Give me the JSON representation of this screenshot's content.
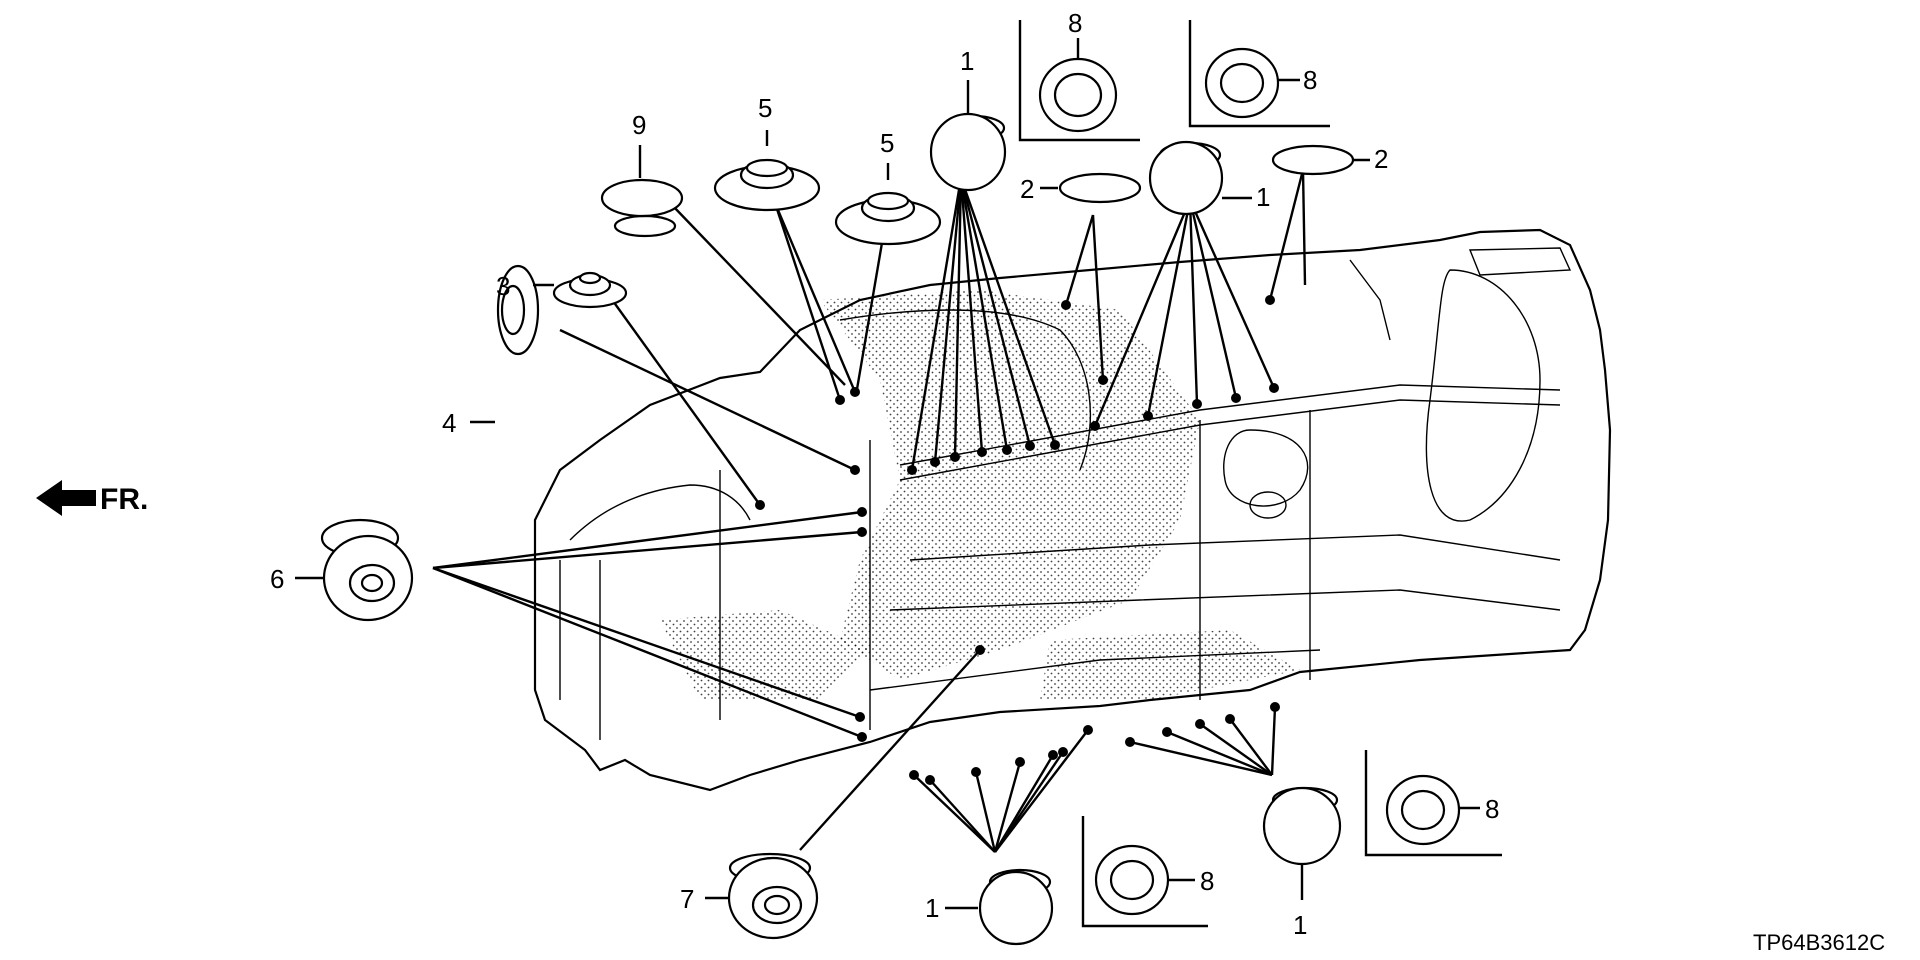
{
  "diagram": {
    "direction_label": "FR.",
    "diagram_code": "TP64B3612C",
    "callouts": {
      "c1_top": "1",
      "c1_mid": "1",
      "c1_bottom": "1",
      "c1_bottom_right": "1",
      "c2_mid": "2",
      "c2_right": "2",
      "c3": "3",
      "c4": "4",
      "c5_left": "5",
      "c5_right": "5",
      "c6": "6",
      "c7": "7",
      "c8_top_left": "8",
      "c8_top_right": "8",
      "c8_bottom_mid": "8",
      "c8_bottom_right": "8",
      "c9": "9"
    }
  }
}
